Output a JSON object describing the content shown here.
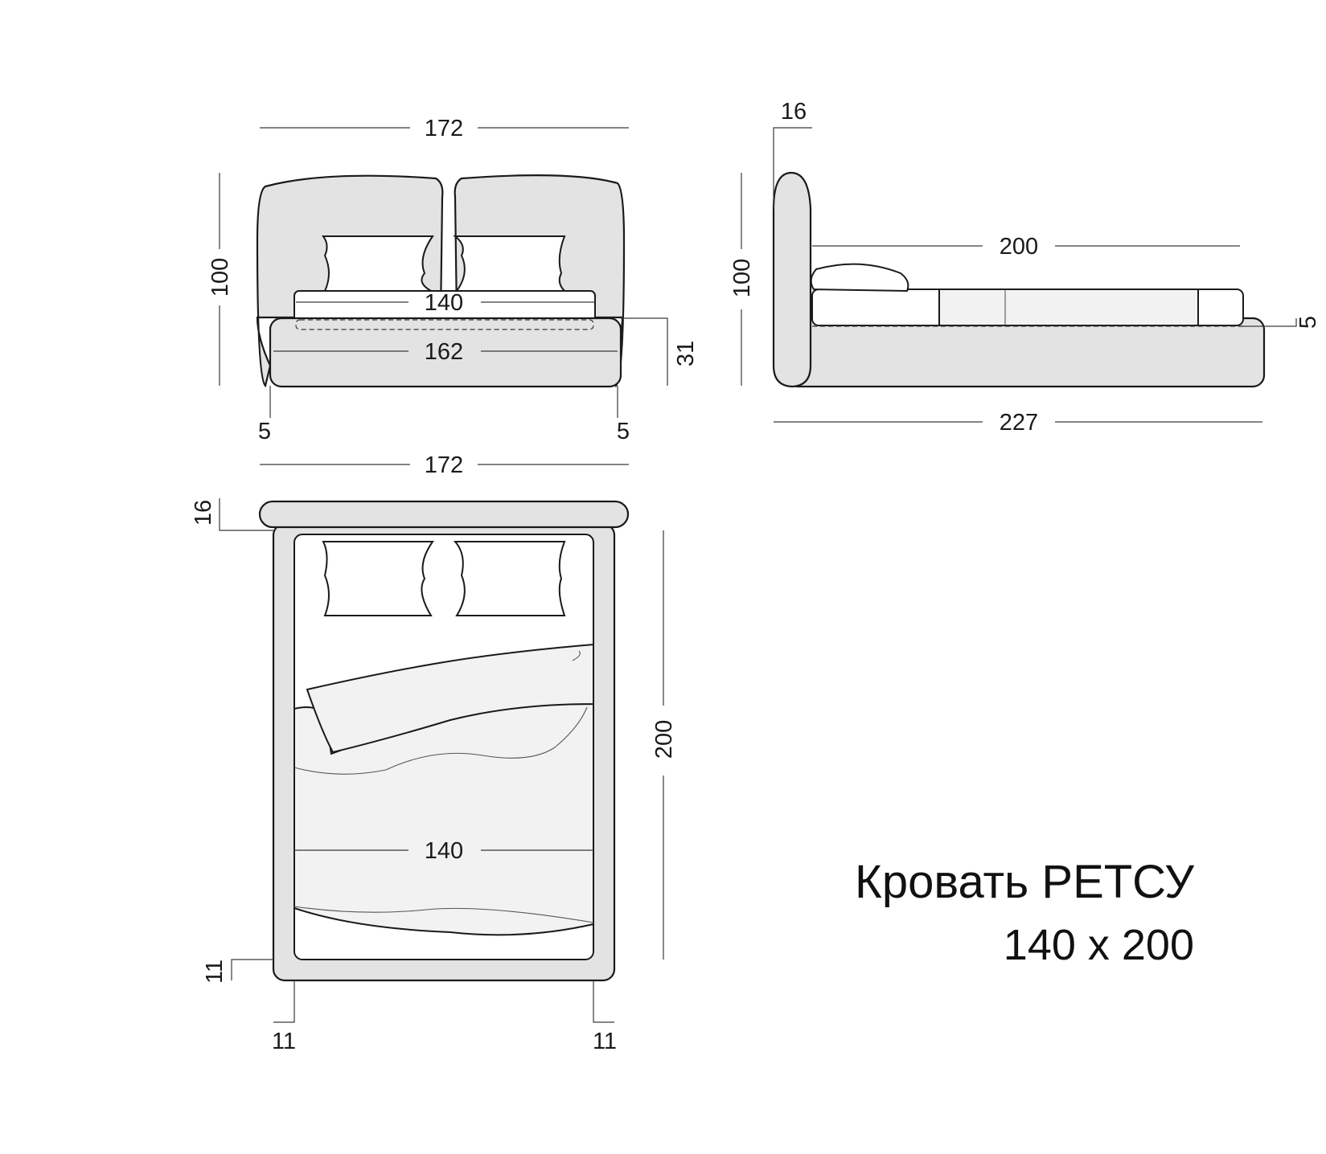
{
  "title": "Кровать РЕТСУ",
  "subtitle": "140 x 200",
  "front_view": {
    "width_total": "172",
    "height": "100",
    "mattress_width": "140",
    "base_width": "162",
    "base_height": "31",
    "side_left": "5",
    "side_right": "5"
  },
  "side_view": {
    "headboard_depth": "16",
    "height": "100",
    "mattress_length": "200",
    "base_offset": "5",
    "total_length": "227"
  },
  "top_view": {
    "width_total": "172",
    "headboard_depth": "16",
    "length": "200",
    "mattress_width": "140",
    "frame_bottom": "11",
    "frame_left": "11",
    "frame_right": "11"
  },
  "colors": {
    "fill": "#e3e3e3",
    "line": "#1a1a1a",
    "light_fill": "#f3f3f3"
  }
}
